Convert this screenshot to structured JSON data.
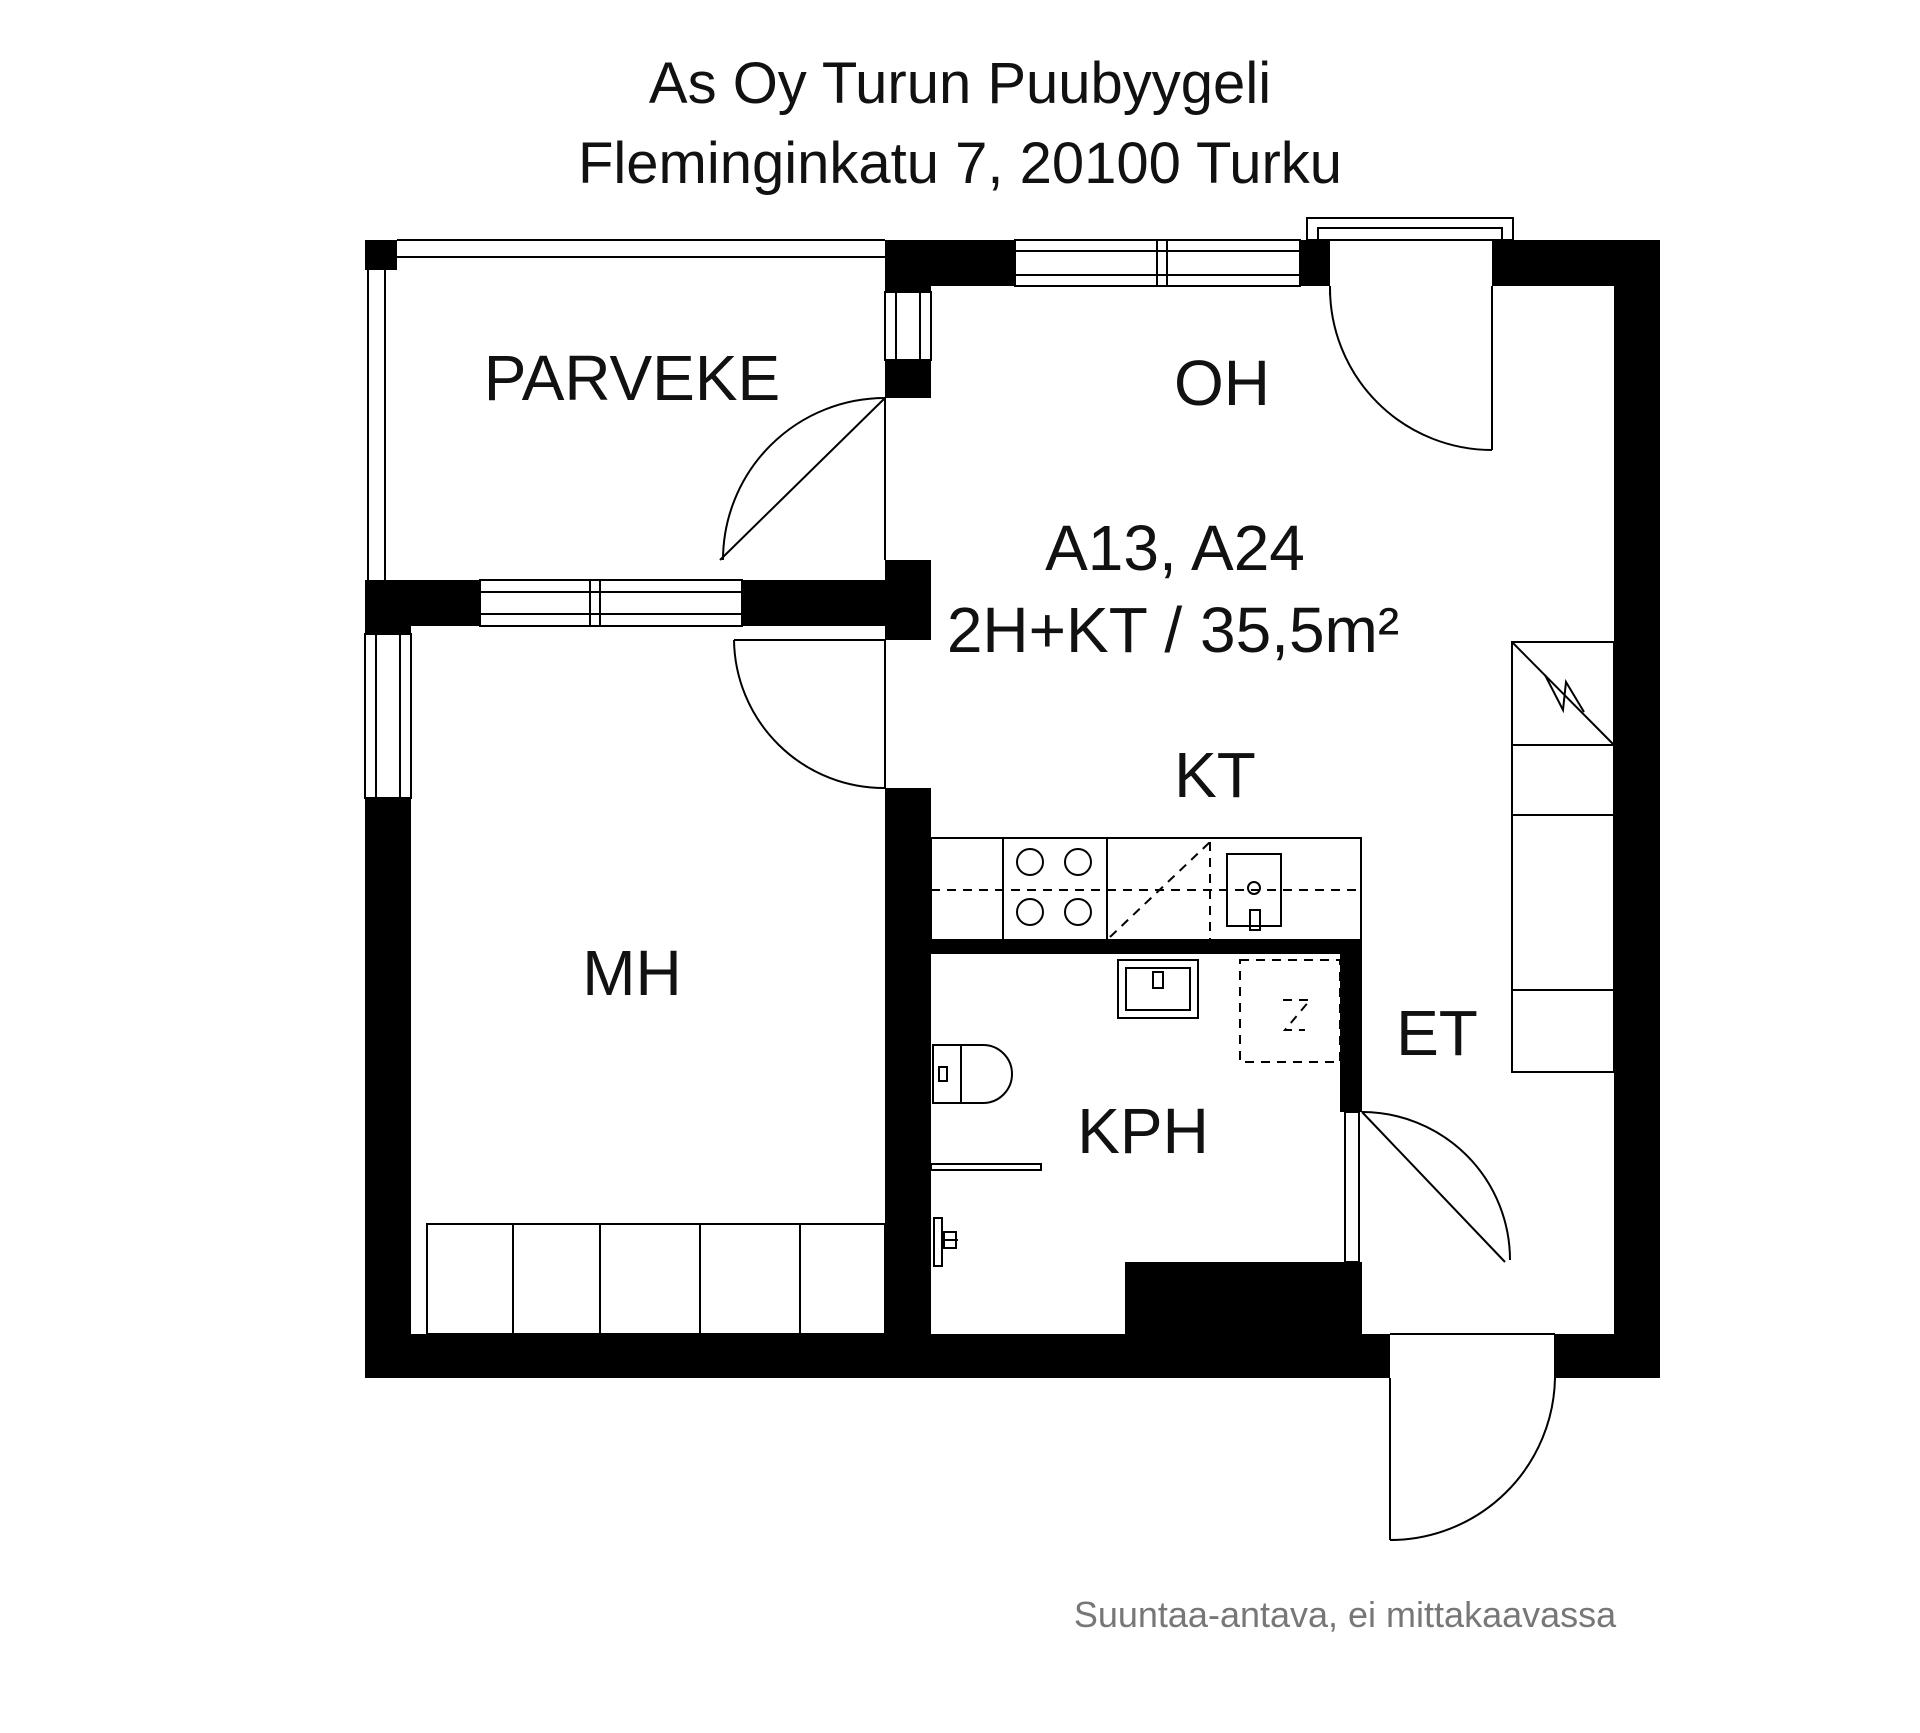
{
  "header": {
    "title_line1": "As Oy Turun Puubyygeli",
    "title_line2": "Fleminginkatu 7, 20100 Turku"
  },
  "rooms": {
    "parveke": "PARVEKE",
    "oh": "OH",
    "mh": "MH",
    "kt": "KT",
    "kph": "KPH",
    "et": "ET"
  },
  "apartment": {
    "ids": "A13, A24",
    "type_area": "2H+KT /  35,5m²"
  },
  "footer": {
    "note": "Suuntaa-antava, ei mittakaavassa"
  }
}
